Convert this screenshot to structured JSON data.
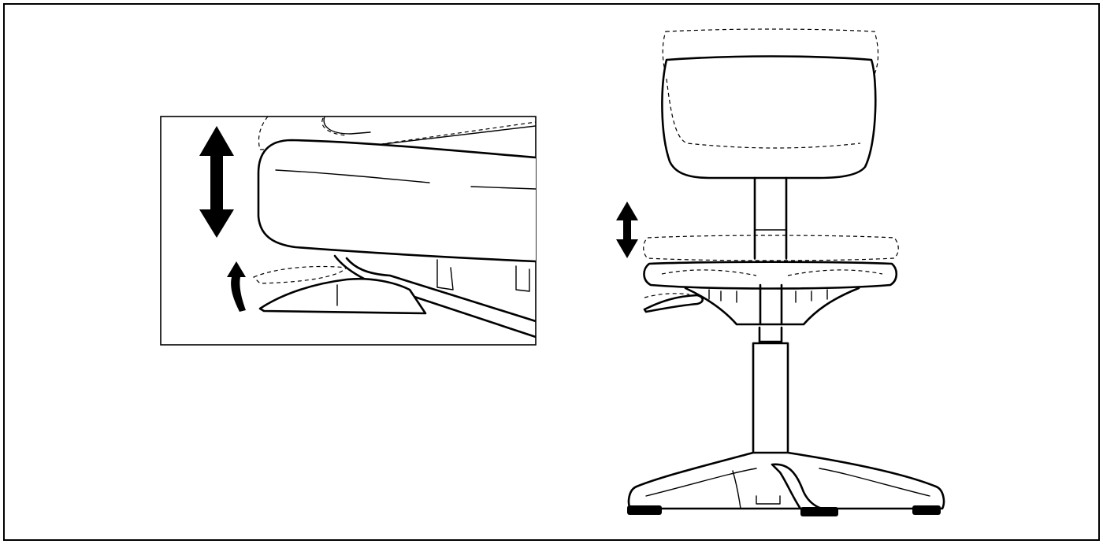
{
  "figure": {
    "colors": {
      "line": "#000000",
      "background": "#ffffff"
    },
    "detail_inset": {
      "motions": [
        "vertical-double-arrow",
        "curved-up-arrow"
      ]
    },
    "chair": {
      "motions": [
        "vertical-double-arrow"
      ],
      "ghost_positions": [
        "backrest-raised",
        "seat-raised"
      ]
    }
  }
}
